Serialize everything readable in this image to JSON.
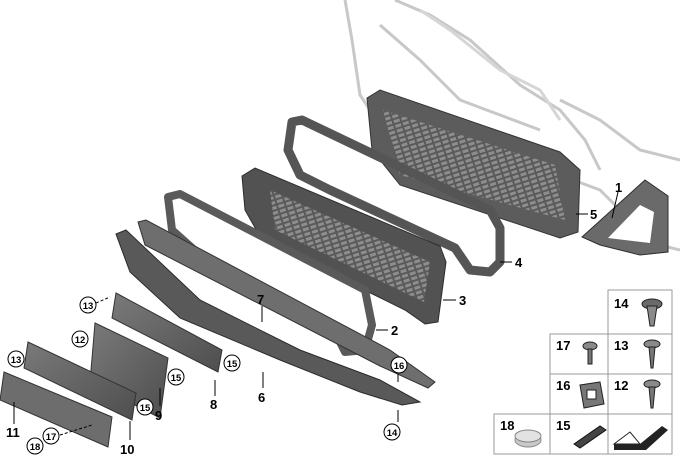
{
  "diagram": {
    "callouts_plain": [
      "1",
      "2",
      "3",
      "4",
      "5",
      "7",
      "8",
      "9",
      "10",
      "11"
    ],
    "callouts_circled": [
      "12",
      "13",
      "13",
      "14",
      "15",
      "15",
      "15",
      "16",
      "17",
      "18"
    ],
    "parts_table": {
      "row1": {
        "a": "14"
      },
      "row2": {
        "a": "17",
        "b": "13"
      },
      "row3": {
        "a": "16",
        "b": "12"
      },
      "row4": {
        "a": "18",
        "b": "15"
      }
    }
  },
  "labels": {
    "p1": "1",
    "p2": "2",
    "p3": "3",
    "p4": "4",
    "p5": "5",
    "p6": "6",
    "p7": "7",
    "p8": "8",
    "p9": "9",
    "p10": "10",
    "p11": "11",
    "c12": "12",
    "c13a": "13",
    "c13b": "13",
    "c14": "14",
    "c15a": "15",
    "c15b": "15",
    "c15c": "15",
    "c16": "16",
    "c17": "17",
    "c18": "18",
    "t14": "14",
    "t17": "17",
    "t13": "13",
    "t16": "16",
    "t12": "12",
    "t18": "18",
    "t15": "15"
  }
}
